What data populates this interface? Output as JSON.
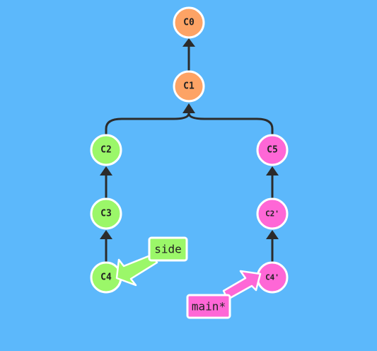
{
  "colors": {
    "background": "#5cb8fb",
    "main_commit": "#fda365",
    "side_commit": "#9bf769",
    "rebased_commit": "#fe67d6",
    "edge": "#2b2b2b"
  },
  "commits": {
    "c0": {
      "label": "C0",
      "branch": "main"
    },
    "c1": {
      "label": "C1",
      "branch": "main"
    },
    "c2": {
      "label": "C2",
      "branch": "side"
    },
    "c3": {
      "label": "C3",
      "branch": "side"
    },
    "c4": {
      "label": "C4",
      "branch": "side"
    },
    "c5": {
      "label": "C5",
      "branch": "rebased"
    },
    "c2p": {
      "label": "C2'",
      "branch": "rebased"
    },
    "c4p": {
      "label": "C4'",
      "branch": "rebased"
    }
  },
  "branches": {
    "side": {
      "label": "side",
      "color": "#9bf769",
      "target": "C4"
    },
    "main": {
      "label": "main*",
      "color": "#fe67d6",
      "target": "C4'"
    }
  }
}
